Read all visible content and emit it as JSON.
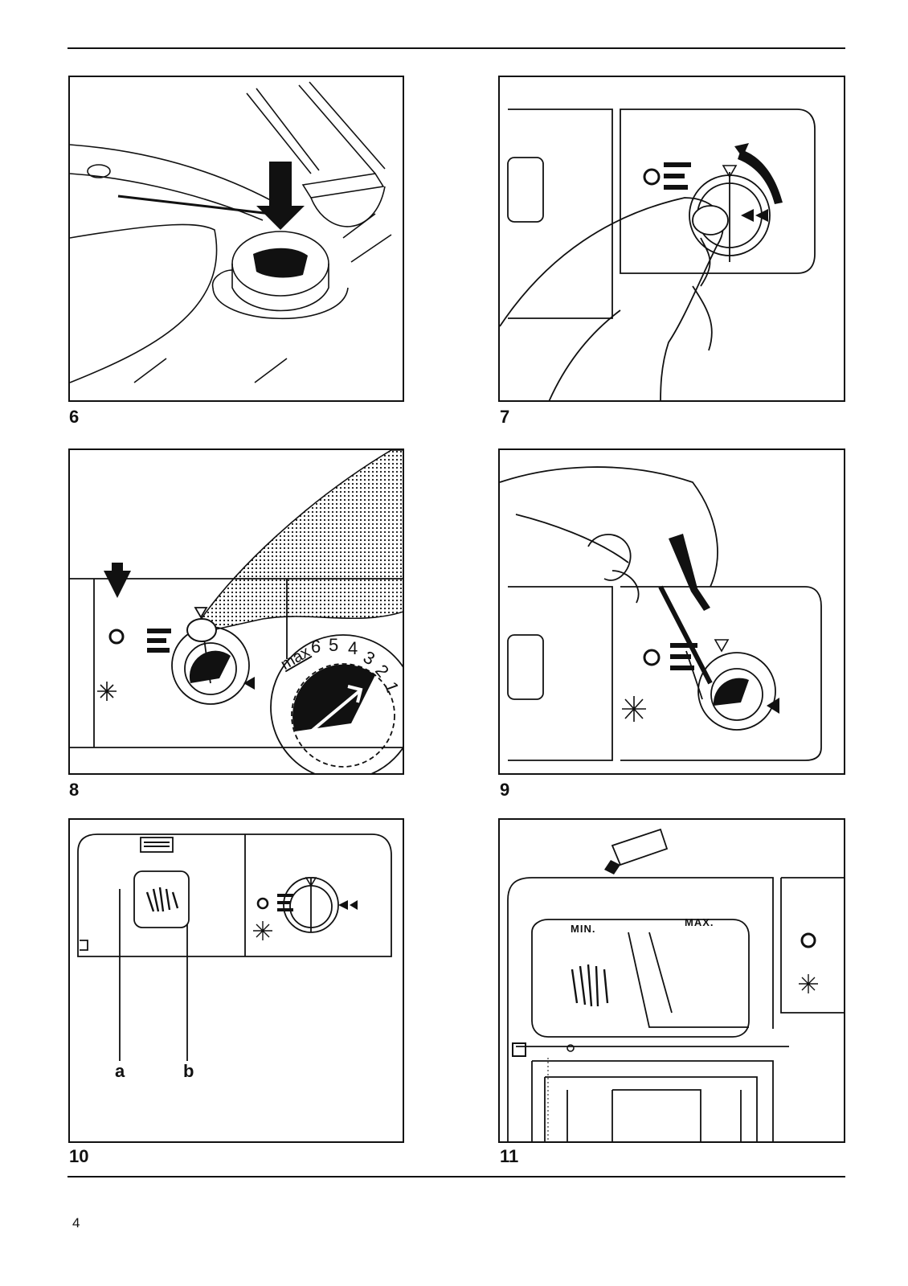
{
  "figures": [
    {
      "number": "6"
    },
    {
      "number": "7"
    },
    {
      "number": "8",
      "dial_labels": [
        "max",
        "6",
        "5",
        "4",
        "3",
        "2",
        "1"
      ]
    },
    {
      "number": "9"
    },
    {
      "number": "10",
      "callouts": [
        "a",
        "b"
      ]
    },
    {
      "number": "11",
      "labels": {
        "min": "MIN.",
        "max": "MAX."
      }
    }
  ],
  "page_number": "4"
}
